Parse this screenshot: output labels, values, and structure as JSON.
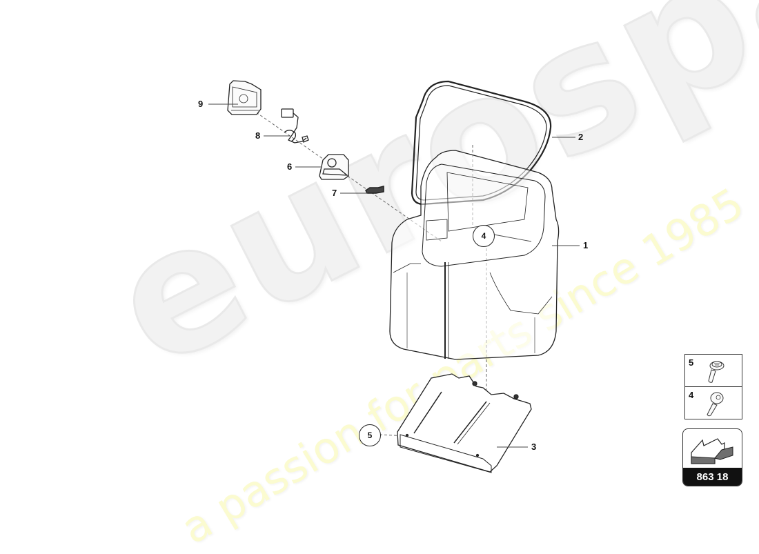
{
  "watermark": {
    "brand": "eurospares",
    "slogan": "a passion for parts since 1985"
  },
  "diagram": {
    "callouts": [
      {
        "id": "9",
        "label": "9"
      },
      {
        "id": "8",
        "label": "8"
      },
      {
        "id": "6",
        "label": "6"
      },
      {
        "id": "7",
        "label": "7"
      },
      {
        "id": "2",
        "label": "2"
      },
      {
        "id": "1",
        "label": "1"
      },
      {
        "id": "3",
        "label": "3"
      }
    ],
    "circled_refs": [
      {
        "id": "4",
        "label": "4"
      },
      {
        "id": "5",
        "label": "5"
      }
    ],
    "parts": [
      {
        "num": "1",
        "name": "luggage-compartment-tub"
      },
      {
        "num": "2",
        "name": "seal-ring"
      },
      {
        "num": "3",
        "name": "support-bracket-tray"
      },
      {
        "num": "6",
        "name": "lamp-housing"
      },
      {
        "num": "7",
        "name": "connector"
      },
      {
        "num": "8",
        "name": "wiring-harness"
      },
      {
        "num": "9",
        "name": "light-unit"
      }
    ]
  },
  "legend": {
    "items": [
      {
        "num": "5",
        "icon": "flange-bolt-icon"
      },
      {
        "num": "4",
        "icon": "torx-screw-icon"
      }
    ]
  },
  "reference": {
    "icon": "direction-arrow-icon",
    "code": "863 18"
  },
  "colors": {
    "line": "#222222",
    "watermark_grey": "#f0f0f0",
    "watermark_yellow": "#fbfbcf",
    "ref_bar": "#111111",
    "arrow_fill": "#6f6f6f"
  }
}
